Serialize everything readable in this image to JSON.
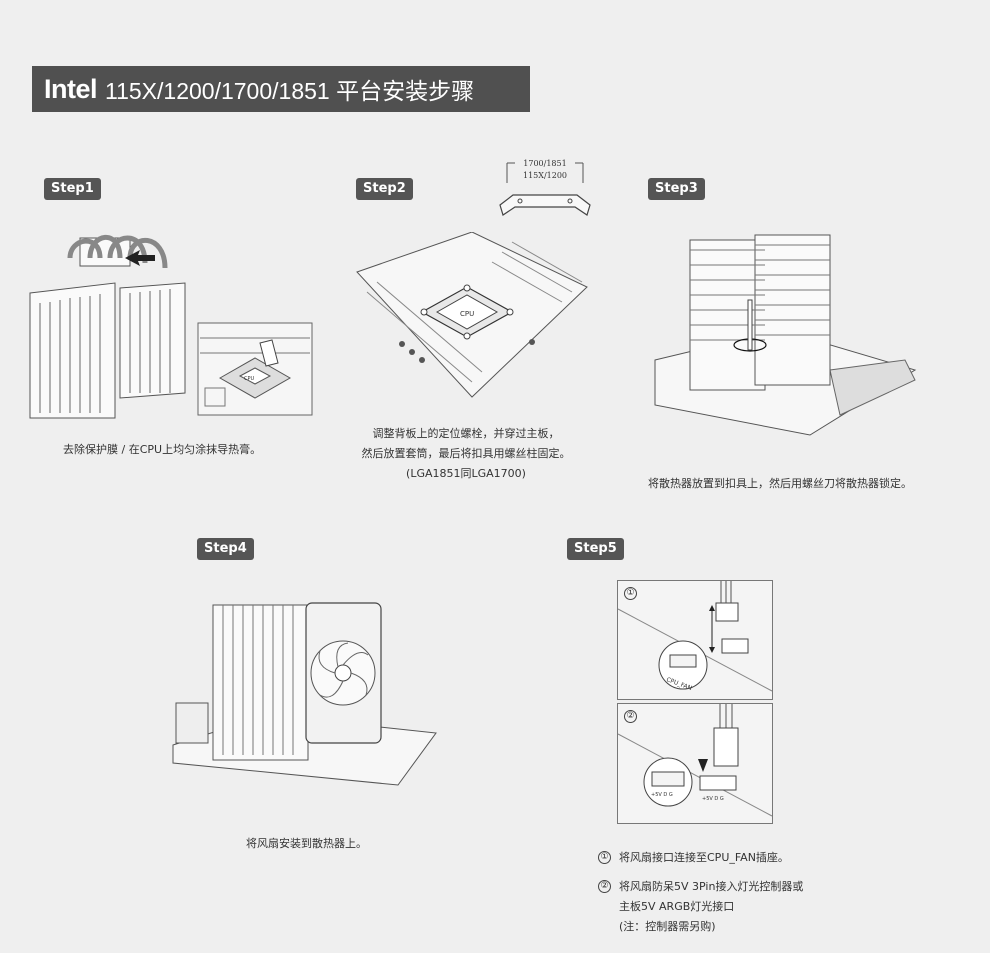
{
  "header": {
    "brand": "Intel",
    "title": "115X/1200/1700/1851 平台安装步骤"
  },
  "steps": [
    {
      "label": "Step1",
      "caption": "去除保护膜 / 在CPU上均匀涂抹导热膏。"
    },
    {
      "label": "Step2",
      "caption_lines": [
        "调整背板上的定位螺栓，并穿过主板，",
        "然后放置套筒，最后将扣具用螺丝柱固定。",
        "(LGA1851同LGA1700)"
      ],
      "bracket_labels": [
        "1700/1851",
        "115X/1200"
      ],
      "cpu_text": "CPU"
    },
    {
      "label": "Step3",
      "caption": "将散热器放置到扣具上，然后用螺丝刀将散热器锁定。"
    },
    {
      "label": "Step4",
      "caption": "将风扇安装到散热器上。"
    },
    {
      "label": "Step5",
      "panel1_num": "①",
      "panel2_num": "②",
      "header_text": "CPU_FAN",
      "pin_label": "+5V D G",
      "notes": [
        {
          "num": "①",
          "lines": [
            "将风扇接口连接至CPU_FAN插座。"
          ]
        },
        {
          "num": "②",
          "lines": [
            "将风扇防呆5V 3Pin接入灯光控制器或",
            "主板5V ARGB灯光接口",
            "(注：控制器需另购)"
          ]
        }
      ]
    }
  ],
  "colors": {
    "title_bg": "#505050",
    "badge_bg": "#555555",
    "page_bg": "#efefef"
  }
}
